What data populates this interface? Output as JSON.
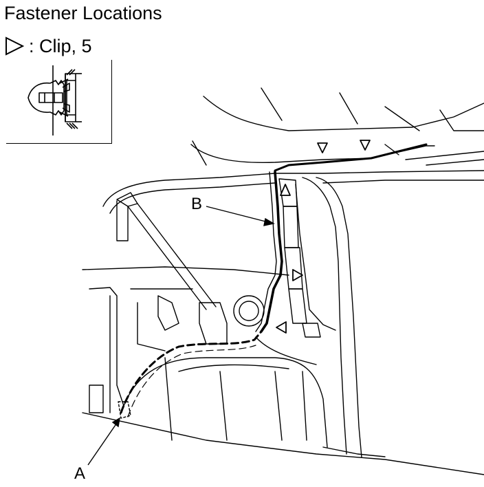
{
  "title": "Fastener Locations",
  "legend": {
    "symbol": "triangle-clip-icon",
    "label": ": Clip, 5"
  },
  "callouts": {
    "a": "A",
    "b": "B"
  }
}
